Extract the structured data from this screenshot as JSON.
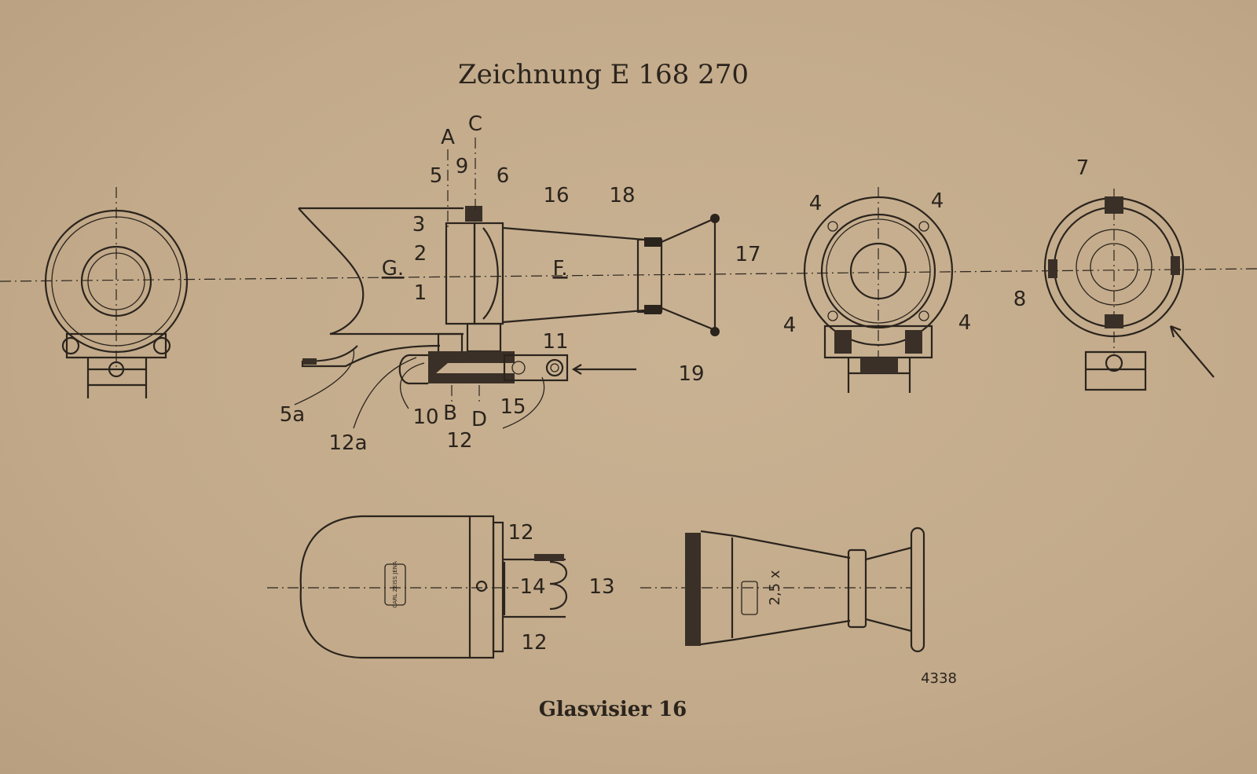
{
  "title": "Zeichnung E 168   270",
  "caption": "Glasvisier 16",
  "drawing_number": "4338",
  "lens_marking": "2,5 x",
  "logo_text": "CARL ZEISS JENA",
  "section_labels": {
    "A": "A",
    "B": "B",
    "C": "C",
    "D": "D",
    "G": "G.",
    "F": "F."
  },
  "part_labels": {
    "p1": "1",
    "p2": "2",
    "p3": "3",
    "p4": "4",
    "p5": "5",
    "p5a": "5a",
    "p6": "6",
    "p7": "7",
    "p8": "8",
    "p9": "9",
    "p10": "10",
    "p11": "11",
    "p12": "12",
    "p12a": "12a",
    "p13": "13",
    "p14": "14",
    "p15": "15",
    "p16": "16",
    "p17": "17",
    "p18": "18",
    "p19": "19"
  },
  "colors": {
    "paper": "#c3ab8c",
    "ink": "#2b241d"
  }
}
